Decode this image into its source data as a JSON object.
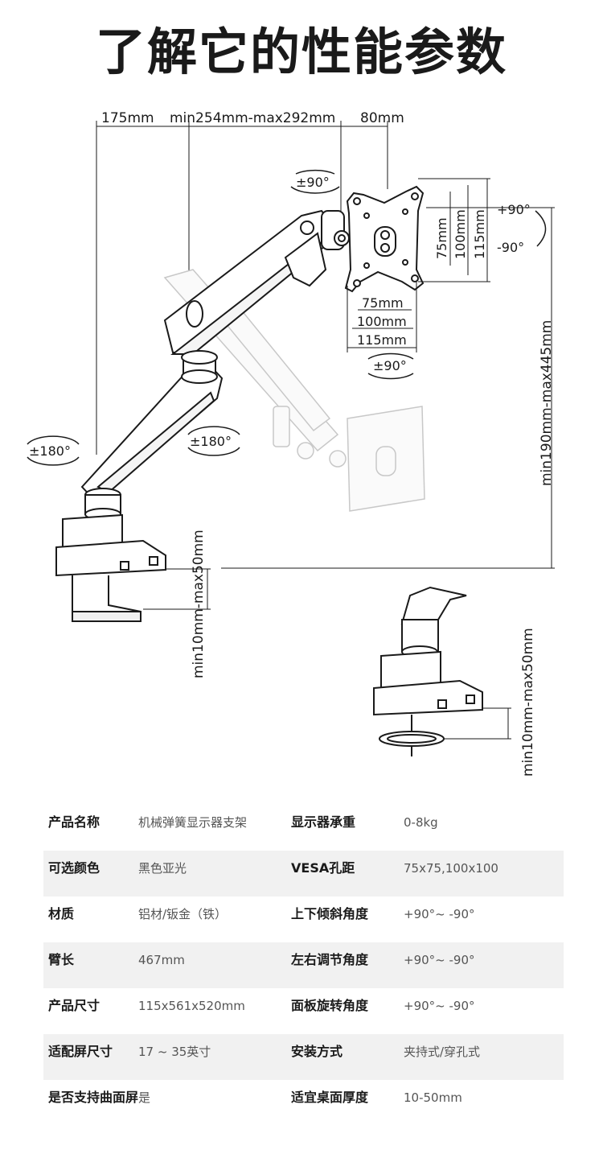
{
  "title": "了解它的性能参数",
  "dimensions": {
    "top_left": "175mm",
    "top_middle": "min254mm-max292mm",
    "top_right": "80mm",
    "vesa_h_75": "75mm",
    "vesa_h_100": "100mm",
    "vesa_h_115": "115mm",
    "vesa_v_75": "75mm",
    "vesa_v_100": "100mm",
    "vesa_v_115": "115mm",
    "height_range": "min190mm-max445mm",
    "clamp_thickness_1": "min10mm-max50mm",
    "clamp_thickness_2": "min10mm-max50mm"
  },
  "rotations": {
    "panel_top": "±90°",
    "panel_bottom": "±90°",
    "tilt_up": "+90°",
    "tilt_down": "-90°",
    "base_left": "±180°",
    "elbow": "±180°"
  },
  "specs": [
    {
      "k1": "产品名称",
      "v1": "机械弹簧显示器支架",
      "k2": "显示器承重",
      "v2": "0-8kg",
      "shade": false
    },
    {
      "k1": "可选颜色",
      "v1": "黑色亚光",
      "k2": "VESA孔距",
      "v2": "75x75,100x100",
      "shade": true
    },
    {
      "k1": "材质",
      "v1": "铝材/钣金（铁）",
      "k2": "上下倾斜角度",
      "v2": "+90°~ -90°",
      "shade": false
    },
    {
      "k1": "臂长",
      "v1": "467mm",
      "k2": "左右调节角度",
      "v2": "+90°~ -90°",
      "shade": true
    },
    {
      "k1": "产品尺寸",
      "v1": "115x561x520mm",
      "k2": "面板旋转角度",
      "v2": "+90°~ -90°",
      "shade": false
    },
    {
      "k1": "适配屏尺寸",
      "v1": "17 ~ 35英寸",
      "k2": "安装方式",
      "v2": "夹持式/穿孔式",
      "shade": true
    },
    {
      "k1": "是否支持曲面屏",
      "v1": "是",
      "k2": "适宜桌面厚度",
      "v2": "10-50mm",
      "shade": false
    }
  ]
}
